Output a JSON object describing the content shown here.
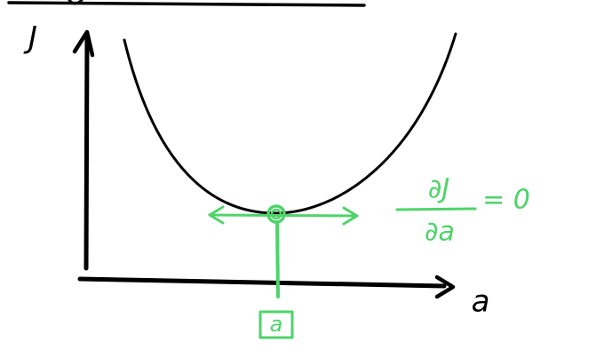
{
  "labels": {
    "y_axis": "J",
    "x_axis": "a",
    "x_marker": "a",
    "derivative_numerator": "∂J",
    "derivative_denominator": "∂a",
    "derivative_equals": "= 0"
  },
  "colors": {
    "ink": "#000000",
    "highlight": "#4fd36a"
  }
}
